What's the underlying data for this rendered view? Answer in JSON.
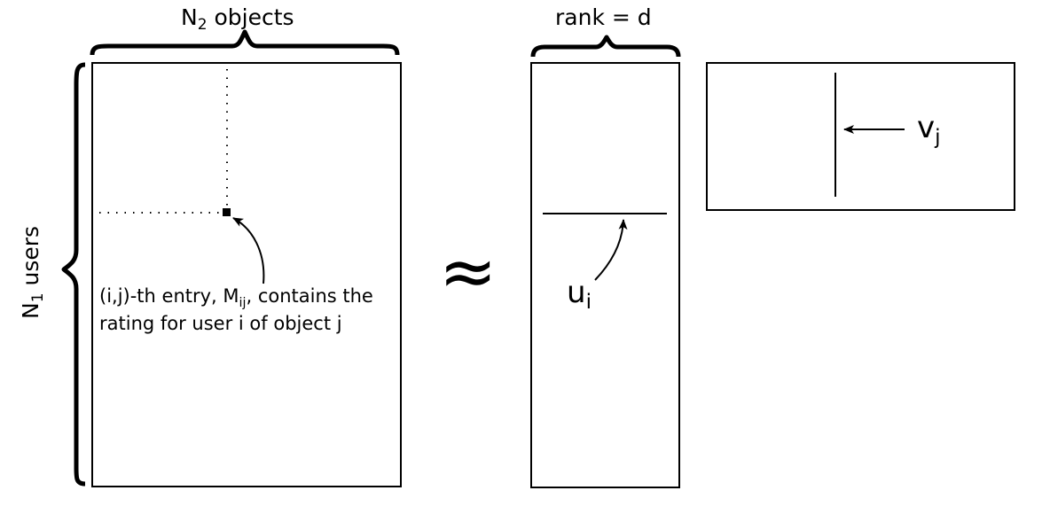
{
  "labels": {
    "objects_prefix": "N",
    "objects_sub": "2",
    "objects_suffix": " objects",
    "users_prefix": "N",
    "users_sub": "1",
    "users_suffix": " users",
    "rank": "rank = d",
    "approx": "≈",
    "u_base": "u",
    "u_sub": "i",
    "v_base": "v",
    "v_sub": "j",
    "entry_line1_a": "(i,j)-th entry, M",
    "entry_line1_sub": "ij",
    "entry_line1_b": ", contains the",
    "entry_line2": "rating for user i of object j"
  }
}
